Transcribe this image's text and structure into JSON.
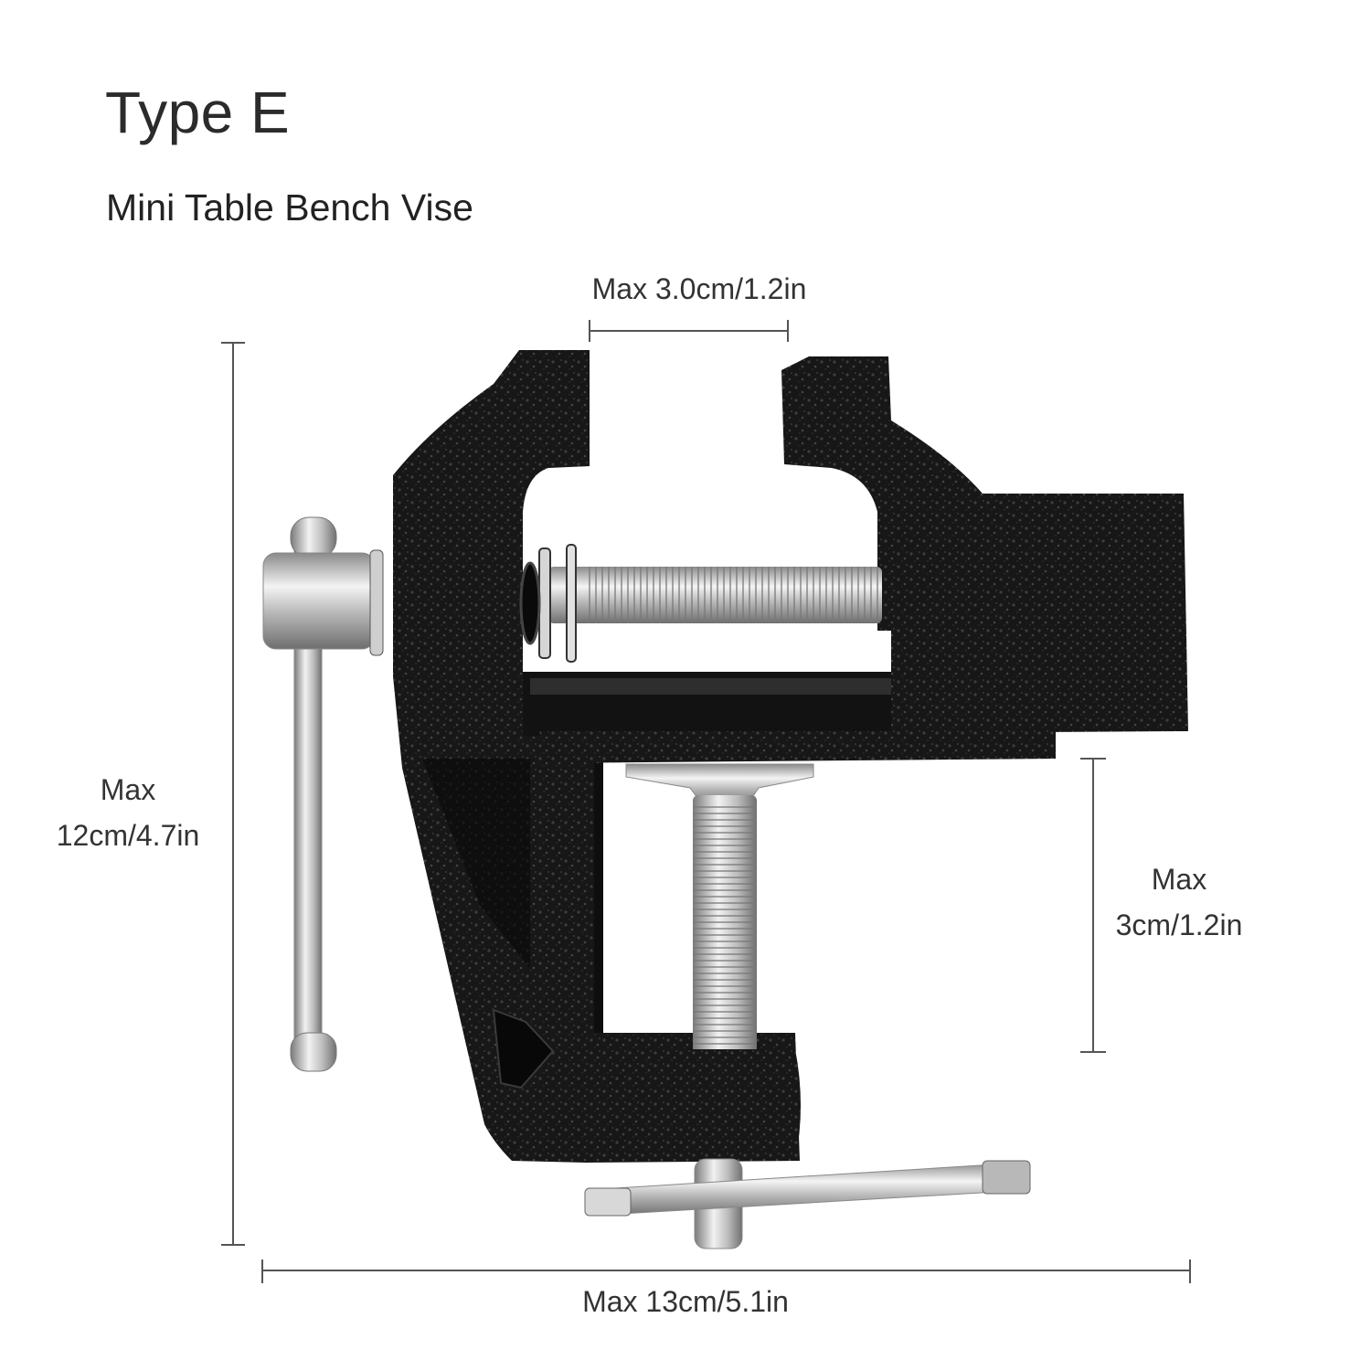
{
  "header": {
    "title": "Type E",
    "subtitle": "Mini Table Bench Vise"
  },
  "dimensions": {
    "jaw_opening": {
      "label": "Max 3.0cm/1.2in"
    },
    "total_height": {
      "line1": "Max",
      "line2": "12cm/4.7in"
    },
    "clamp_opening": {
      "line1": "Max",
      "line2": "3cm/1.2in"
    },
    "total_width": {
      "label": "Max 13cm/5.1in"
    }
  },
  "product_image": {
    "subject": "mini-bench-vise",
    "colors": {
      "body": "#161616",
      "body_highlight": "#3a3a3a",
      "steel": "#c9c9c9",
      "steel_light": "#eeeeee",
      "dim_line": "#555555"
    }
  }
}
